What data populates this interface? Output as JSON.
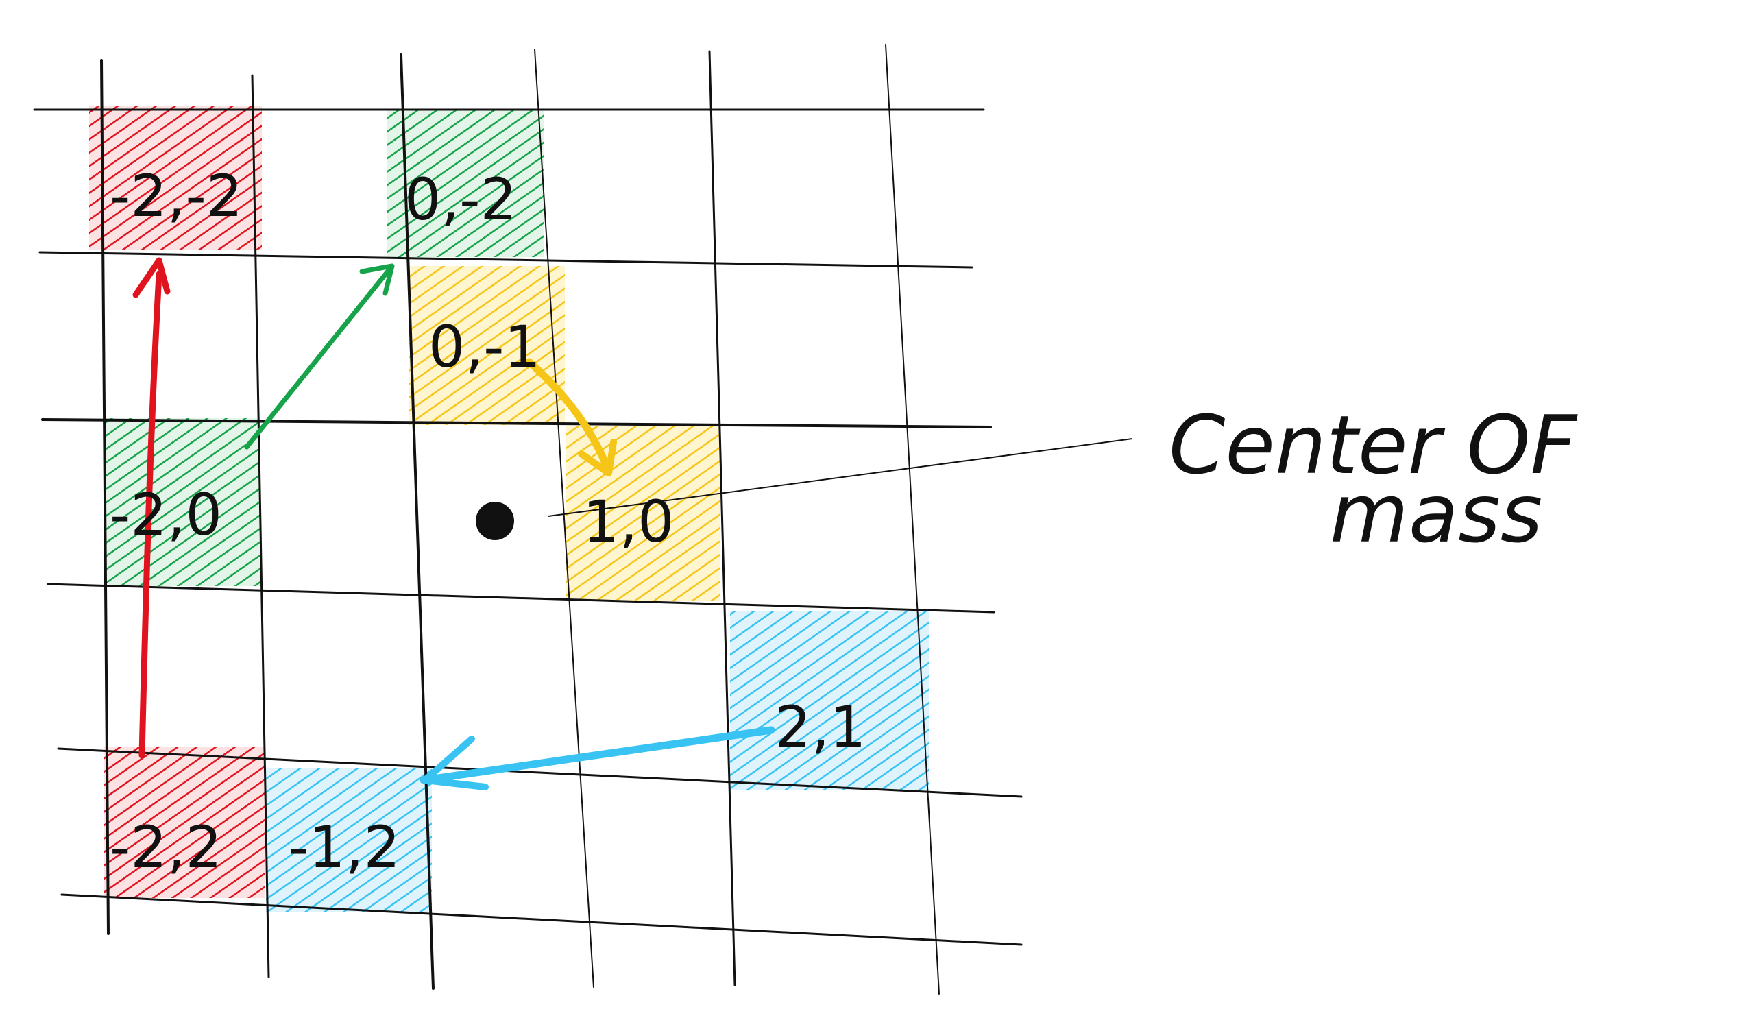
{
  "cells": [
    {
      "id": "cell-neg2-neg2",
      "label": "-2,-2",
      "color": "#e0141e"
    },
    {
      "id": "cell-0-neg2",
      "label": "0,-2",
      "color": "#16a34a"
    },
    {
      "id": "cell-0-neg1",
      "label": "0,-1",
      "color": "#f5c518"
    },
    {
      "id": "cell-neg2-0",
      "label": "-2,0",
      "color": "#16a34a"
    },
    {
      "id": "cell-1-0",
      "label": "1,0",
      "color": "#f5c518"
    },
    {
      "id": "cell-2-1",
      "label": "2,1",
      "color": "#38c3f2"
    },
    {
      "id": "cell-neg2-2",
      "label": "-2,2",
      "color": "#e0141e"
    },
    {
      "id": "cell-neg1-2",
      "label": "-1,2",
      "color": "#38c3f2"
    }
  ],
  "arrows": [
    {
      "from": "-2,2",
      "to": "-2,-2",
      "color": "#e0141e"
    },
    {
      "from": "-2,0",
      "to": "0,-2",
      "color": "#16a34a"
    },
    {
      "from": "0,-1",
      "to": "1,0",
      "color": "#f5c518"
    },
    {
      "from": "2,1",
      "to": "-1,2",
      "color": "#38c3f2"
    }
  ],
  "annotation": {
    "line1": "Center OF",
    "line2": "mass"
  },
  "center_of_mass": {
    "color": "#111111"
  }
}
